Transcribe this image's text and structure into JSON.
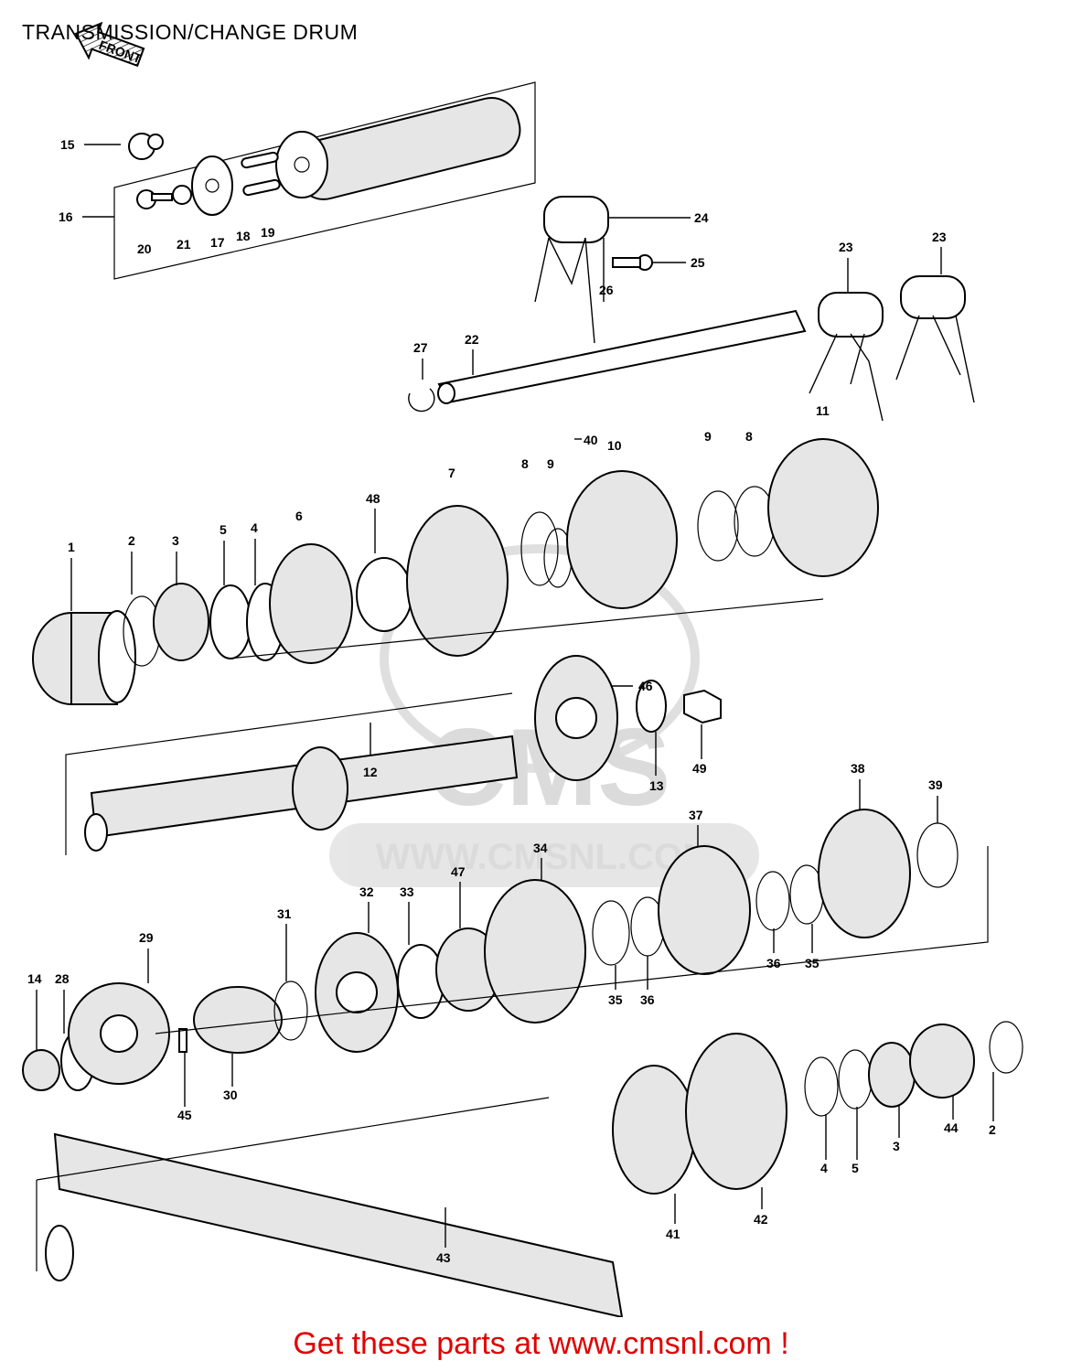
{
  "title": "TRANSMISSION/CHANGE DRUM",
  "front_marker": "FRONT",
  "watermark": "WWW.CMSNL.COM",
  "footer": "Get these parts at www.cmsnl.com !",
  "labels": {
    "l1": "1",
    "l2a": "2",
    "l2b": "2",
    "l3a": "3",
    "l3b": "3",
    "l4a": "4",
    "l4b": "4",
    "l5a": "5",
    "l5b": "5",
    "l6": "6",
    "l7": "7",
    "l8a": "8",
    "l8b": "8",
    "l9a": "9",
    "l9b": "9",
    "l10": "10",
    "l11": "11",
    "l12": "12",
    "l13": "13",
    "l14": "14",
    "l15": "15",
    "l16": "16",
    "l17": "17",
    "l18": "18",
    "l19": "19",
    "l20": "20",
    "l21": "21",
    "l22": "22",
    "l23a": "23",
    "l23b": "23",
    "l24": "24",
    "l25": "25",
    "l26": "26",
    "l27": "27",
    "l28": "28",
    "l29": "29",
    "l30": "30",
    "l31": "31",
    "l32": "32",
    "l33": "33",
    "l34": "34",
    "l35a": "35",
    "l35b": "35",
    "l36a": "36",
    "l36b": "36",
    "l37": "37",
    "l38": "38",
    "l39": "39",
    "l40": "40",
    "l41": "41",
    "l42": "42",
    "l43": "43",
    "l44": "44",
    "l45": "45",
    "l46": "46",
    "l47": "47",
    "l48": "48",
    "l49": "49"
  }
}
